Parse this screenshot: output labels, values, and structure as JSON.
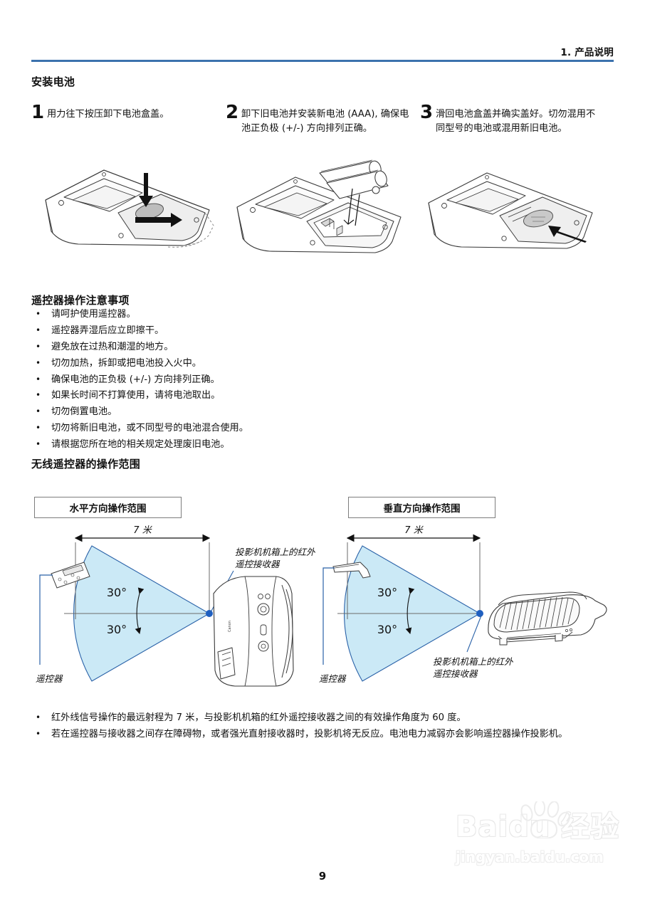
{
  "header": {
    "chapter": "1. 产品说明"
  },
  "sections": {
    "install_battery": "安装电池",
    "remote_cautions": "遥控器操作注意事项",
    "operating_range": "无线遥控器的操作范围"
  },
  "steps": [
    {
      "number": "1",
      "text": "用力往下按压卸下电池盒盖。"
    },
    {
      "number": "2",
      "text": "卸下旧电池并安装新电池 (AAA), 确保电池正负极 (+/-) 方向排列正确。"
    },
    {
      "number": "3",
      "text": "滑回电池盒盖并确实盖好。切勿混用不同型号的电池或混用新旧电池。"
    }
  ],
  "caution_bullets": [
    "请呵护使用遥控器。",
    "遥控器弄湿后应立即擦干。",
    "避免放在过热和潮湿的地方。",
    "切勿加热，拆卸或把电池投入火中。",
    "确保电池的正负极 (+/-) 方向排列正确。",
    "如果长时间不打算使用，请将电池取出。",
    "切勿倒置电池。",
    "切勿将新旧电池，或不同型号的电池混合使用。",
    "请根据您所在地的相关规定处理废旧电池。"
  ],
  "diagrams": {
    "horizontal": {
      "title": "水平方向操作范围",
      "distance_label": "7 米",
      "angle_upper": "30°",
      "angle_lower": "30°",
      "receiver_label_line1": "投影机机箱上的红外",
      "receiver_label_line2": "遥控接收器",
      "remote_label": "遥控器"
    },
    "vertical": {
      "title": "垂直方向操作范围",
      "distance_label": "7 米",
      "angle_upper": "30°",
      "angle_lower": "30°",
      "receiver_label_line1": "投影机机箱上的红外",
      "receiver_label_line2": "遥控接收器",
      "remote_label": "遥控器"
    }
  },
  "footnote_bullets": [
    "红外线信号操作的最远射程为 7 米，与投影机机箱的红外遥控接收器之间的有效操作角度为 60 度。",
    "若在遥控器与接收器之间存在障碍物，或者强光直射接收器时，投影机将无反应。电池电力减弱亦会影响遥控器操作投影机。"
  ],
  "page_number": "9",
  "watermark": {
    "main": "Baidu 经验",
    "sub": "jingyan.baidu.com"
  },
  "colors": {
    "header_rule": "#3c72ad",
    "beam_fill": "#cbe9f6",
    "beam_stroke": "#2a62a8",
    "receiver_dot": "#1f5fc0",
    "box_border": "#7d7d7d"
  }
}
